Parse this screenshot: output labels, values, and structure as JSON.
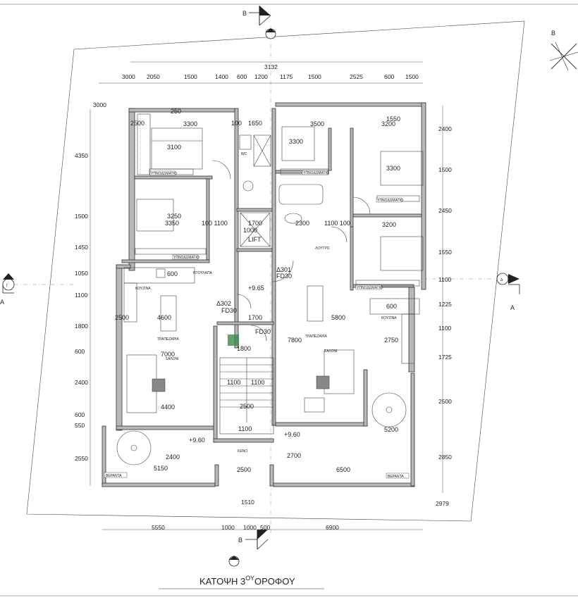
{
  "title": {
    "main": "ΚΑΤΟΨΗ 3",
    "sup": "ΟΥ",
    "tail": "ΟΡΟΦΟΥ"
  },
  "section_markers": {
    "b": "B",
    "a": "A",
    "gamma": "Γ",
    "delta": "Δ"
  },
  "top_dims": {
    "total": "3132",
    "items": [
      "3000",
      "2050",
      "1500",
      "1400",
      "600",
      "1200",
      "1175",
      "1500",
      "2525",
      "600",
      "1500"
    ],
    "left_top": "3000"
  },
  "left_dims": [
    "4350",
    "1500",
    "1450",
    "1050",
    "1100",
    "1800",
    "600",
    "2400",
    "600",
    "550",
    "2550"
  ],
  "right_dims": [
    "2400",
    "1500",
    "2450",
    "1550",
    "1100",
    "1225",
    "1100",
    "1725",
    "2500",
    "2850"
  ],
  "bottom_dims": {
    "items": [
      "5550",
      "1000",
      "1000",
      "500",
      "6900"
    ],
    "mid": "1510",
    "corner": "2979"
  },
  "rooms": {
    "bed1": "3100",
    "bed1_w": "3300",
    "bed1_l": "2500",
    "bed2": "3250",
    "bed2b": "3350",
    "bed3": "3300",
    "bed3b": "3500",
    "bed3c": "3200",
    "bed4": "3300",
    "bed4b": "3200",
    "bed5": "3200",
    "lift": "LIFT",
    "lift_w": "1700",
    "lift_h": "1000",
    "kitchen_w": "4600",
    "living_w": "7000",
    "living_b": "4400",
    "right_kitchen": "5800",
    "right_living": "7800",
    "stair_w": "1100",
    "stair_w2": "1100",
    "stair_b": "2500",
    "stair_c": "1100",
    "keno": "KENO",
    "bottom_left": "5150",
    "bottom_left2": "2400",
    "bottom_mid": "2500",
    "bottom_right": "6500",
    "bottom_right2": "2700",
    "d1": "Δ301",
    "fd1": "FD30",
    "d2": "Δ302",
    "fd2": "FD30",
    "fd3": "FD30",
    "lvl1": "+9.65",
    "lvl2": "+9.60",
    "lvl3": "+9.60",
    "w1700": "1700",
    "w1800": "1800",
    "w2750": "2750",
    "w5200": "5200",
    "w2300": "2300",
    "w1100a": "100 1100",
    "w1100b": "1100 100",
    "k600": "600",
    "k600b": "600",
    "k2500": "2500",
    "w250a": "250",
    "w1550": "1550",
    "w1650": "1650",
    "w100": "100"
  },
  "small_labels": {
    "ypnod1": "ΥΠΝΟΔΩΜΑΤΙΟ",
    "ypnod2": "ΥΠΝΟΔΩΜΑΤΙΟ",
    "ypnod3": "ΥΠΝΟΔΩΜΑΤΙΟ",
    "ypnod4": "ΥΠΝΟΔΩΜΑΤΙΟ",
    "ypnod5": "ΥΠΝΟΔΩΜΑΤΙΟ",
    "kouzina1": "ΚΟΥΖΙΝΑ",
    "kouzina2": "ΚΟΥΖΙΝΑ",
    "trapezaria1": "ΤΡΑΠΕΖΑΡΙΑ",
    "trapezaria2": "ΤΡΑΠΕΖΑΡΙΑ",
    "saloni1": "ΣΑΛΟΝΙ",
    "saloni2": "ΣΑΛΟΝΙ",
    "veranta1": "ΒΕΡΑΝΤΑ",
    "veranta2": "ΒΕΡΑΝΤΑ",
    "loutro": "ΛΟΥΤΡΟ",
    "wc": "WC",
    "ntoulapa": "ΝΤΟΥΛΑΠΑ"
  }
}
